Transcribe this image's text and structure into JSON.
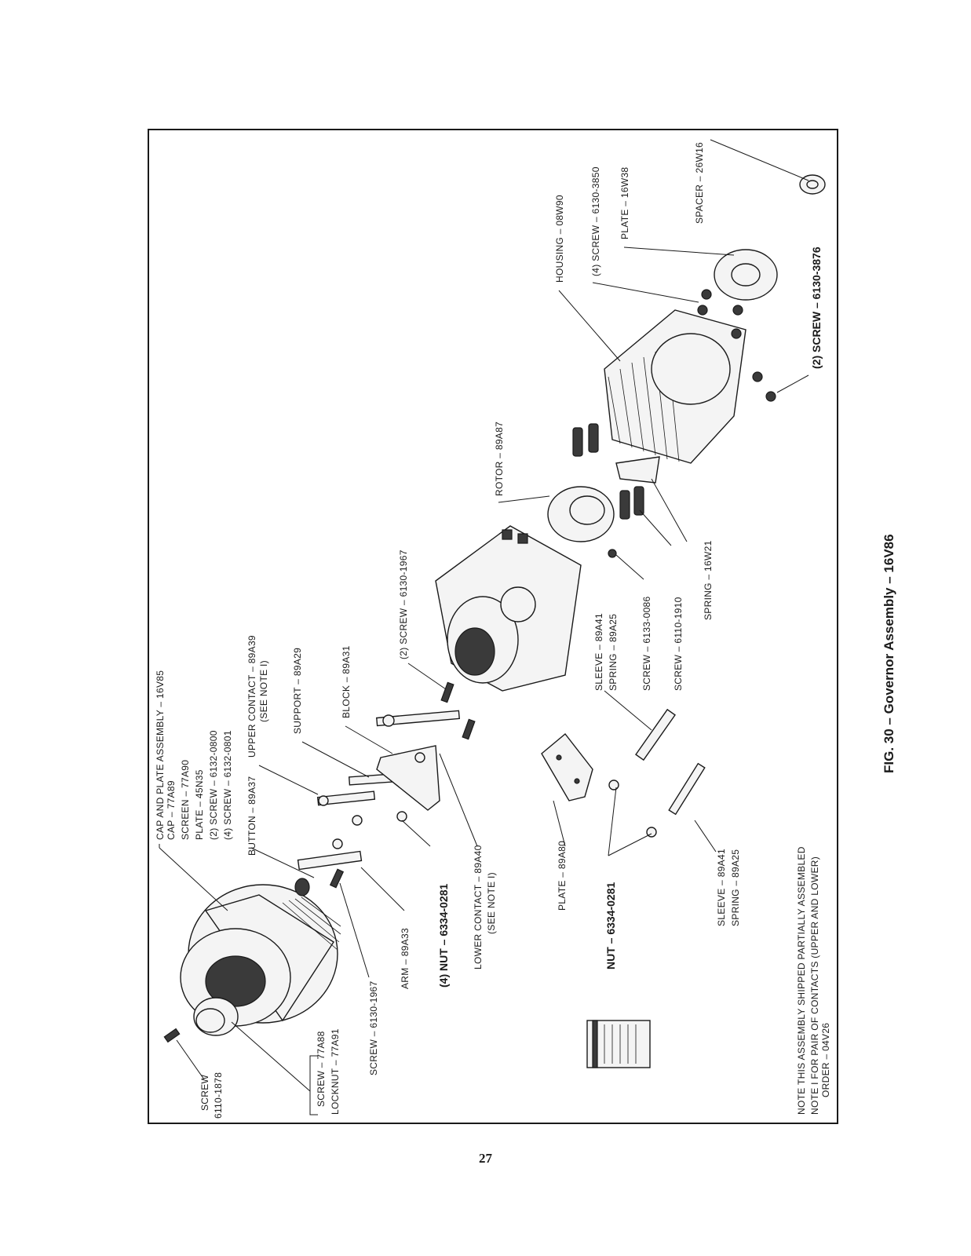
{
  "figure": {
    "caption": "FIG. 30 – Governor Assembly – 16V86",
    "page_number": "27",
    "notes": [
      "NOTE THIS ASSEMBLY SHIPPED PARTIALLY ASSEMBLED",
      "NOTE I FOR PAIR OF CONTACTS (UPPER AND LOWER)",
      "ORDER – 04V26"
    ]
  },
  "labels": {
    "cap_and_plate": "CAP AND PLATE ASSEMBLY – 16V85",
    "cap": "CAP – 77A89",
    "screen": "SCREEN – 77A90",
    "plate_45n35": "PLATE – 45N35",
    "screw_0800": "(2) SCREW – 6132-0800",
    "screw_0801": "(4) SCREW – 6132-0801",
    "upper_contact": "UPPER CONTACT – 89A39",
    "upper_contact_note": "(SEE NOTE I)",
    "support": "SUPPORT – 89A29",
    "block": "BLOCK – 89A31",
    "button": "BUTTON – 89A37",
    "screw_1967_top": "(2) SCREW – 6130-1967",
    "rotor": "ROTOR – 89A87",
    "housing": "HOUSING – 08W90",
    "screw_3850": "(4) SCREW – 6130-3850",
    "plate_16w38": "PLATE – 16W38",
    "spacer": "SPACER – 26W16",
    "screw_3876": "(2) SCREW – 6130-3876",
    "spring_16w21": "SPRING – 16W21",
    "screw_1910": "SCREW – 6110-1910",
    "screw_0086": "SCREW – 6133-0086",
    "sleeve_spring_a1": "SLEEVE – 89A41",
    "sleeve_spring_a2": "SPRING – 89A25",
    "sleeve_spring_b1": "SLEEVE – 89A41",
    "sleeve_spring_b2": "SPRING – 89A25",
    "plate_89a80": "PLATE – 89A80",
    "nut_right": "NUT – 6334-0281",
    "nut_left": "(4) NUT – 6334-0281",
    "lower_contact": "LOWER CONTACT – 89A40",
    "lower_contact_note": "(SEE NOTE I)",
    "arm": "ARM – 89A33",
    "screw_1967_bottom": "SCREW – 6130-1967",
    "screw_77a88": "SCREW – 77A88",
    "locknut": "LOCKNUT – 77A91",
    "screw_1878_a": "SCREW",
    "screw_1878_b": "6110-1878"
  }
}
